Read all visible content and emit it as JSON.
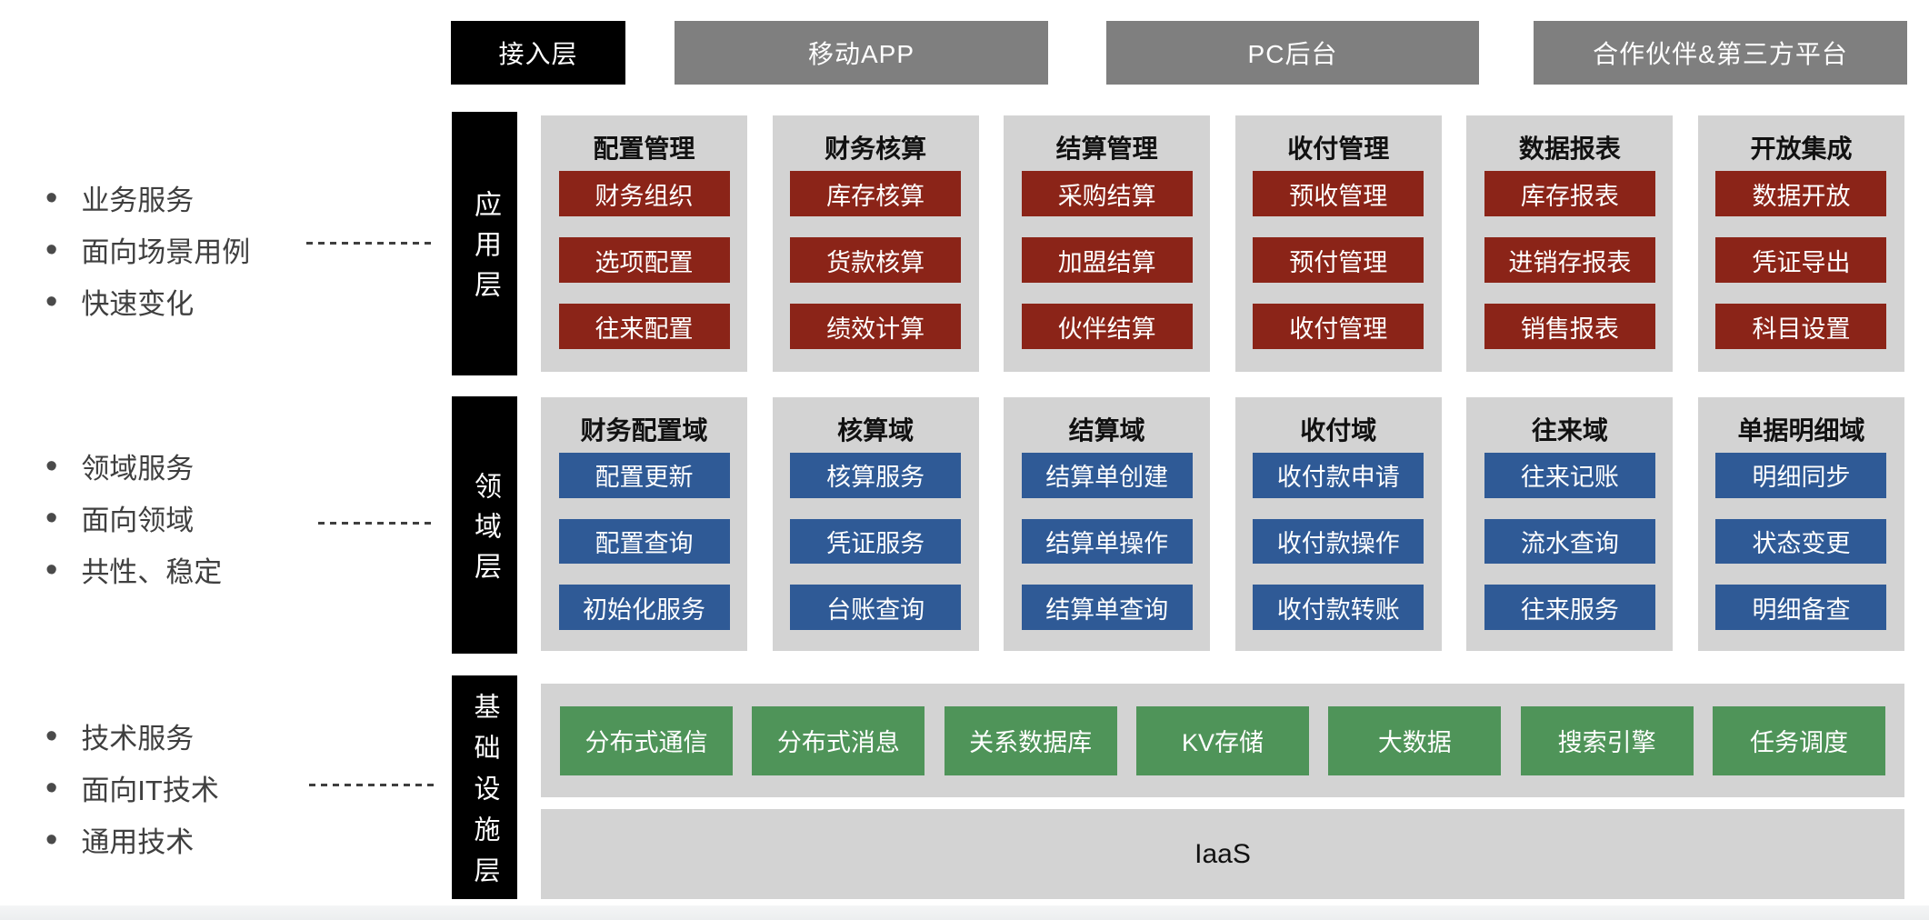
{
  "colors": {
    "black": "#000000",
    "top_gray": "#7f7f7f",
    "panel_gray": "#d3d3d3",
    "app_red": "#8b2418",
    "domain_blue": "#2f5a96",
    "infra_green": "#4f9459",
    "note_text": "#3f3f3f"
  },
  "top_row": {
    "access_label": "接入层",
    "channels": [
      "移动APP",
      "PC后台",
      "合作伙伴&第三方平台"
    ]
  },
  "side_notes": [
    {
      "items": [
        "业务服务",
        "面向场景用例",
        "快速变化"
      ]
    },
    {
      "items": [
        "领域服务",
        "面向领域",
        "共性、稳定"
      ]
    },
    {
      "items": [
        "技术服务",
        "面向IT技术",
        "通用技术"
      ]
    }
  ],
  "layers": {
    "application": {
      "label": "应用层",
      "columns": [
        {
          "header": "配置管理",
          "items": [
            "财务组织",
            "选项配置",
            "往来配置"
          ]
        },
        {
          "header": "财务核算",
          "items": [
            "库存核算",
            "货款核算",
            "绩效计算"
          ]
        },
        {
          "header": "结算管理",
          "items": [
            "采购结算",
            "加盟结算",
            "伙伴结算"
          ]
        },
        {
          "header": "收付管理",
          "items": [
            "预收管理",
            "预付管理",
            "收付管理"
          ]
        },
        {
          "header": "数据报表",
          "items": [
            "库存报表",
            "进销存报表",
            "销售报表"
          ]
        },
        {
          "header": "开放集成",
          "items": [
            "数据开放",
            "凭证导出",
            "科目设置"
          ]
        }
      ]
    },
    "domain": {
      "label": "领域层",
      "columns": [
        {
          "header": "财务配置域",
          "items": [
            "配置更新",
            "配置查询",
            "初始化服务"
          ]
        },
        {
          "header": "核算域",
          "items": [
            "核算服务",
            "凭证服务",
            "台账查询"
          ]
        },
        {
          "header": "结算域",
          "items": [
            "结算单创建",
            "结算单操作",
            "结算单查询"
          ]
        },
        {
          "header": "收付域",
          "items": [
            "收付款申请",
            "收付款操作",
            "收付款转账"
          ]
        },
        {
          "header": "往来域",
          "items": [
            "往来记账",
            "流水查询",
            "往来服务"
          ]
        },
        {
          "header": "单据明细域",
          "items": [
            "明细同步",
            "状态变更",
            "明细备查"
          ]
        }
      ]
    },
    "infrastructure": {
      "label": "基础设施层",
      "services": [
        "分布式通信",
        "分布式消息",
        "关系数据库",
        "KV存储",
        "大数据",
        "搜索引擎",
        "任务调度"
      ],
      "iaas_label": "IaaS"
    }
  }
}
